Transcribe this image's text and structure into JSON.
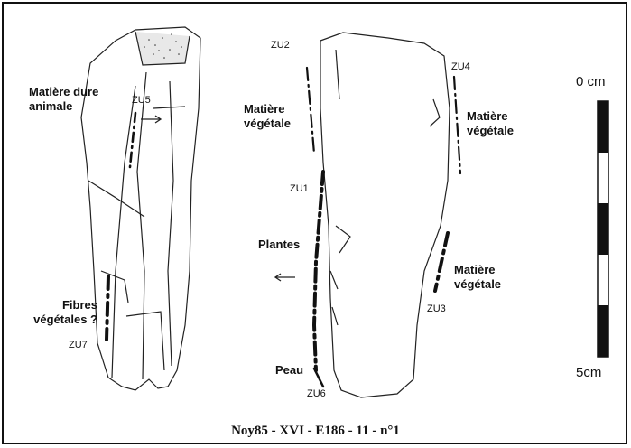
{
  "zones": {
    "zu1": "ZU1",
    "zu2": "ZU2",
    "zu3": "ZU3",
    "zu4": "ZU4",
    "zu5": "ZU5",
    "zu6": "ZU6",
    "zu7": "ZU7"
  },
  "materials": {
    "hard_animal_line1": "Matière dure",
    "hard_animal_line2": "animale",
    "zu2_plant_line1": "Matière",
    "zu2_plant_line2": "végétale",
    "zu4_plant_line1": "Matière",
    "zu4_plant_line2": "végétale",
    "zu3_plant_line1": "Matière",
    "zu3_plant_line2": "végétale",
    "plants": "Plantes",
    "fibers_line1": "Fibres",
    "fibers_line2": "végétales ?",
    "skin": "Peau"
  },
  "scale": {
    "top": "0 cm",
    "bottom": "5cm"
  },
  "caption": "Noy85 - XVI - E186 - 11 - n°1"
}
